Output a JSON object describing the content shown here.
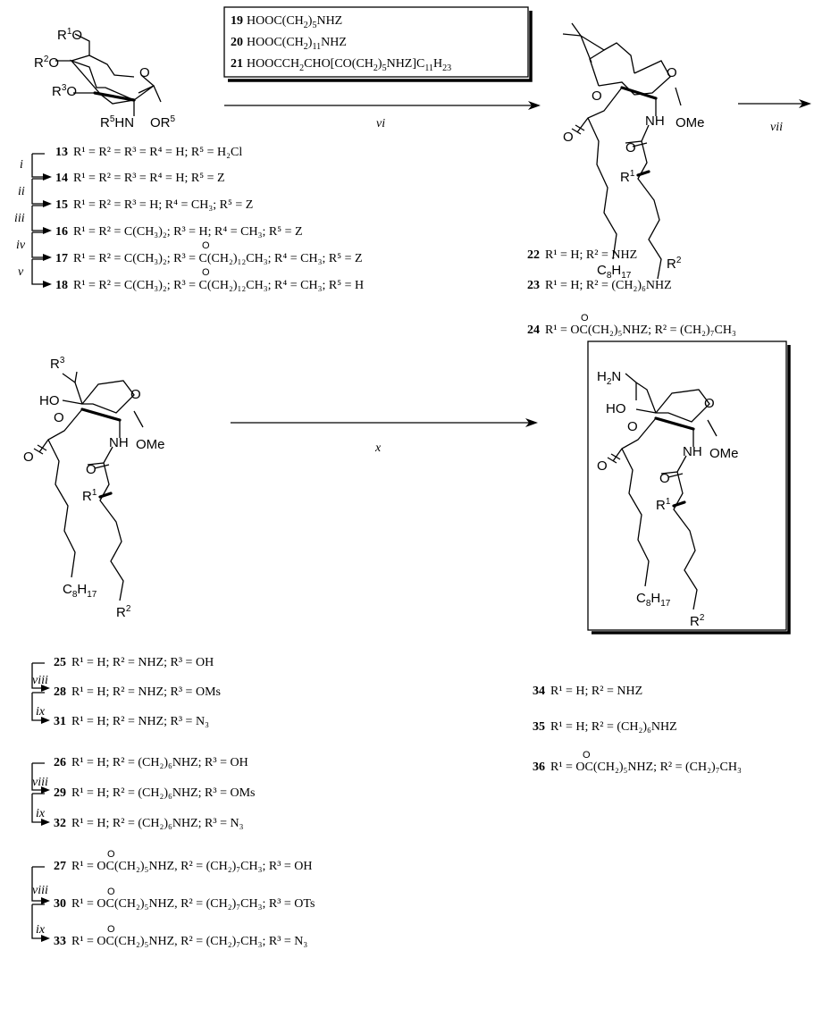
{
  "reagents": {
    "r19": {
      "num": "19",
      "a": "HOOC(CH",
      "b": "2",
      "c": ")",
      "d": "5",
      "e": "NHZ"
    },
    "r20": {
      "num": "20",
      "a": "HOOC(CH",
      "b": "2",
      "c": ")",
      "d": "11",
      "e": "NHZ"
    },
    "r21": {
      "num": "21",
      "a": "HOOCCH",
      "b": "2",
      "c": "CHO[CO(CH",
      "d": "2",
      "e": ")",
      "f": "5",
      "g": "NHZ]C",
      "h": "11",
      "i": "H",
      "j": "23"
    }
  },
  "steps": {
    "i": "i",
    "ii": "ii",
    "iii": "iii",
    "iv": "iv",
    "v": "v",
    "vi": "vi",
    "vii": "vii",
    "viii": "viii",
    "ix": "ix",
    "x": "x"
  },
  "atoms": {
    "R": "R",
    "O": "O",
    "NH": "NH",
    "HN": "HN",
    "OMe": "OMe",
    "HO": "HO",
    "H2N": "H",
    "N2": "N",
    "C8": "C",
    "H17": "H",
    "n8": "8",
    "n17": "17",
    "s1": "1",
    "s2": "2",
    "s3": "3",
    "s5": "5"
  },
  "series1": [
    {
      "num": "13",
      "text": "R¹ = R² = R³ = R⁴ = H; R⁵ = H₂Cl"
    },
    {
      "num": "14",
      "text": "R¹ = R² = R³ = R⁴ = H; R⁵ = Z"
    },
    {
      "num": "15",
      "text": "R¹ = R² = R³ = H; R⁴ = CH₃; R⁵ = Z"
    },
    {
      "num": "16",
      "text": "R¹ = R² = C(CH₃)₂; R³ = H;  R⁴ = CH₃; R⁵ = Z"
    },
    {
      "num": "17",
      "text": "R¹ = R² = C(CH₃)₂; R³ = C(CH₂)₁₂CH₃;  R⁴ = CH₃; R⁵ = Z"
    },
    {
      "num": "18",
      "text": "R¹ = R² = C(CH₃)₂; R³ = C(CH₂)₁₂CH₃;  R⁴ = CH₃; R⁵ = H"
    }
  ],
  "series2": [
    {
      "num": "22",
      "text": "R¹ = H;  R² = NHZ"
    },
    {
      "num": "23",
      "text": "R¹ = H;  R² = (CH₂)₆NHZ"
    },
    {
      "num": "24",
      "text": "R¹ = OC(CH₂)₅NHZ;  R² = (CH₂)₇CH₃"
    }
  ],
  "series3": [
    {
      "num": "25",
      "text": "R¹ = H;  R² = NHZ; R³ = OH"
    },
    {
      "num": "28",
      "text": "R¹ = H;  R² = NHZ; R³ = OMs"
    },
    {
      "num": "31",
      "text": "R¹ = H;  R² = NHZ; R³ = N₃"
    },
    {
      "num": "26",
      "text": "R¹ = H;  R² = (CH₂)₆NHZ; R³ = OH"
    },
    {
      "num": "29",
      "text": "R¹ = H;  R² = (CH₂)₆NHZ; R³ = OMs"
    },
    {
      "num": "32",
      "text": "R¹ = H;  R² = (CH₂)₆NHZ; R³ = N₃"
    },
    {
      "num": "27",
      "text": "R¹ = OC(CH₂)₅NHZ,  R² = (CH₂)₇CH₃; R³ = OH"
    },
    {
      "num": "30",
      "text": "R¹ = OC(CH₂)₅NHZ,  R² = (CH₂)₇CH₃; R³ = OTs"
    },
    {
      "num": "33",
      "text": "R¹ = OC(CH₂)₅NHZ,  R² = (CH₂)₇CH₃; R³ = N₃"
    }
  ],
  "series4": [
    {
      "num": "34",
      "text": "R¹ = H;  R² = NHZ"
    },
    {
      "num": "35",
      "text": "R¹ = H;  R² = (CH₂)₆NHZ"
    },
    {
      "num": "36",
      "text": "R¹ = OC(CH₂)₅NHZ;  R² = (CH₂)₇CH₃"
    }
  ]
}
